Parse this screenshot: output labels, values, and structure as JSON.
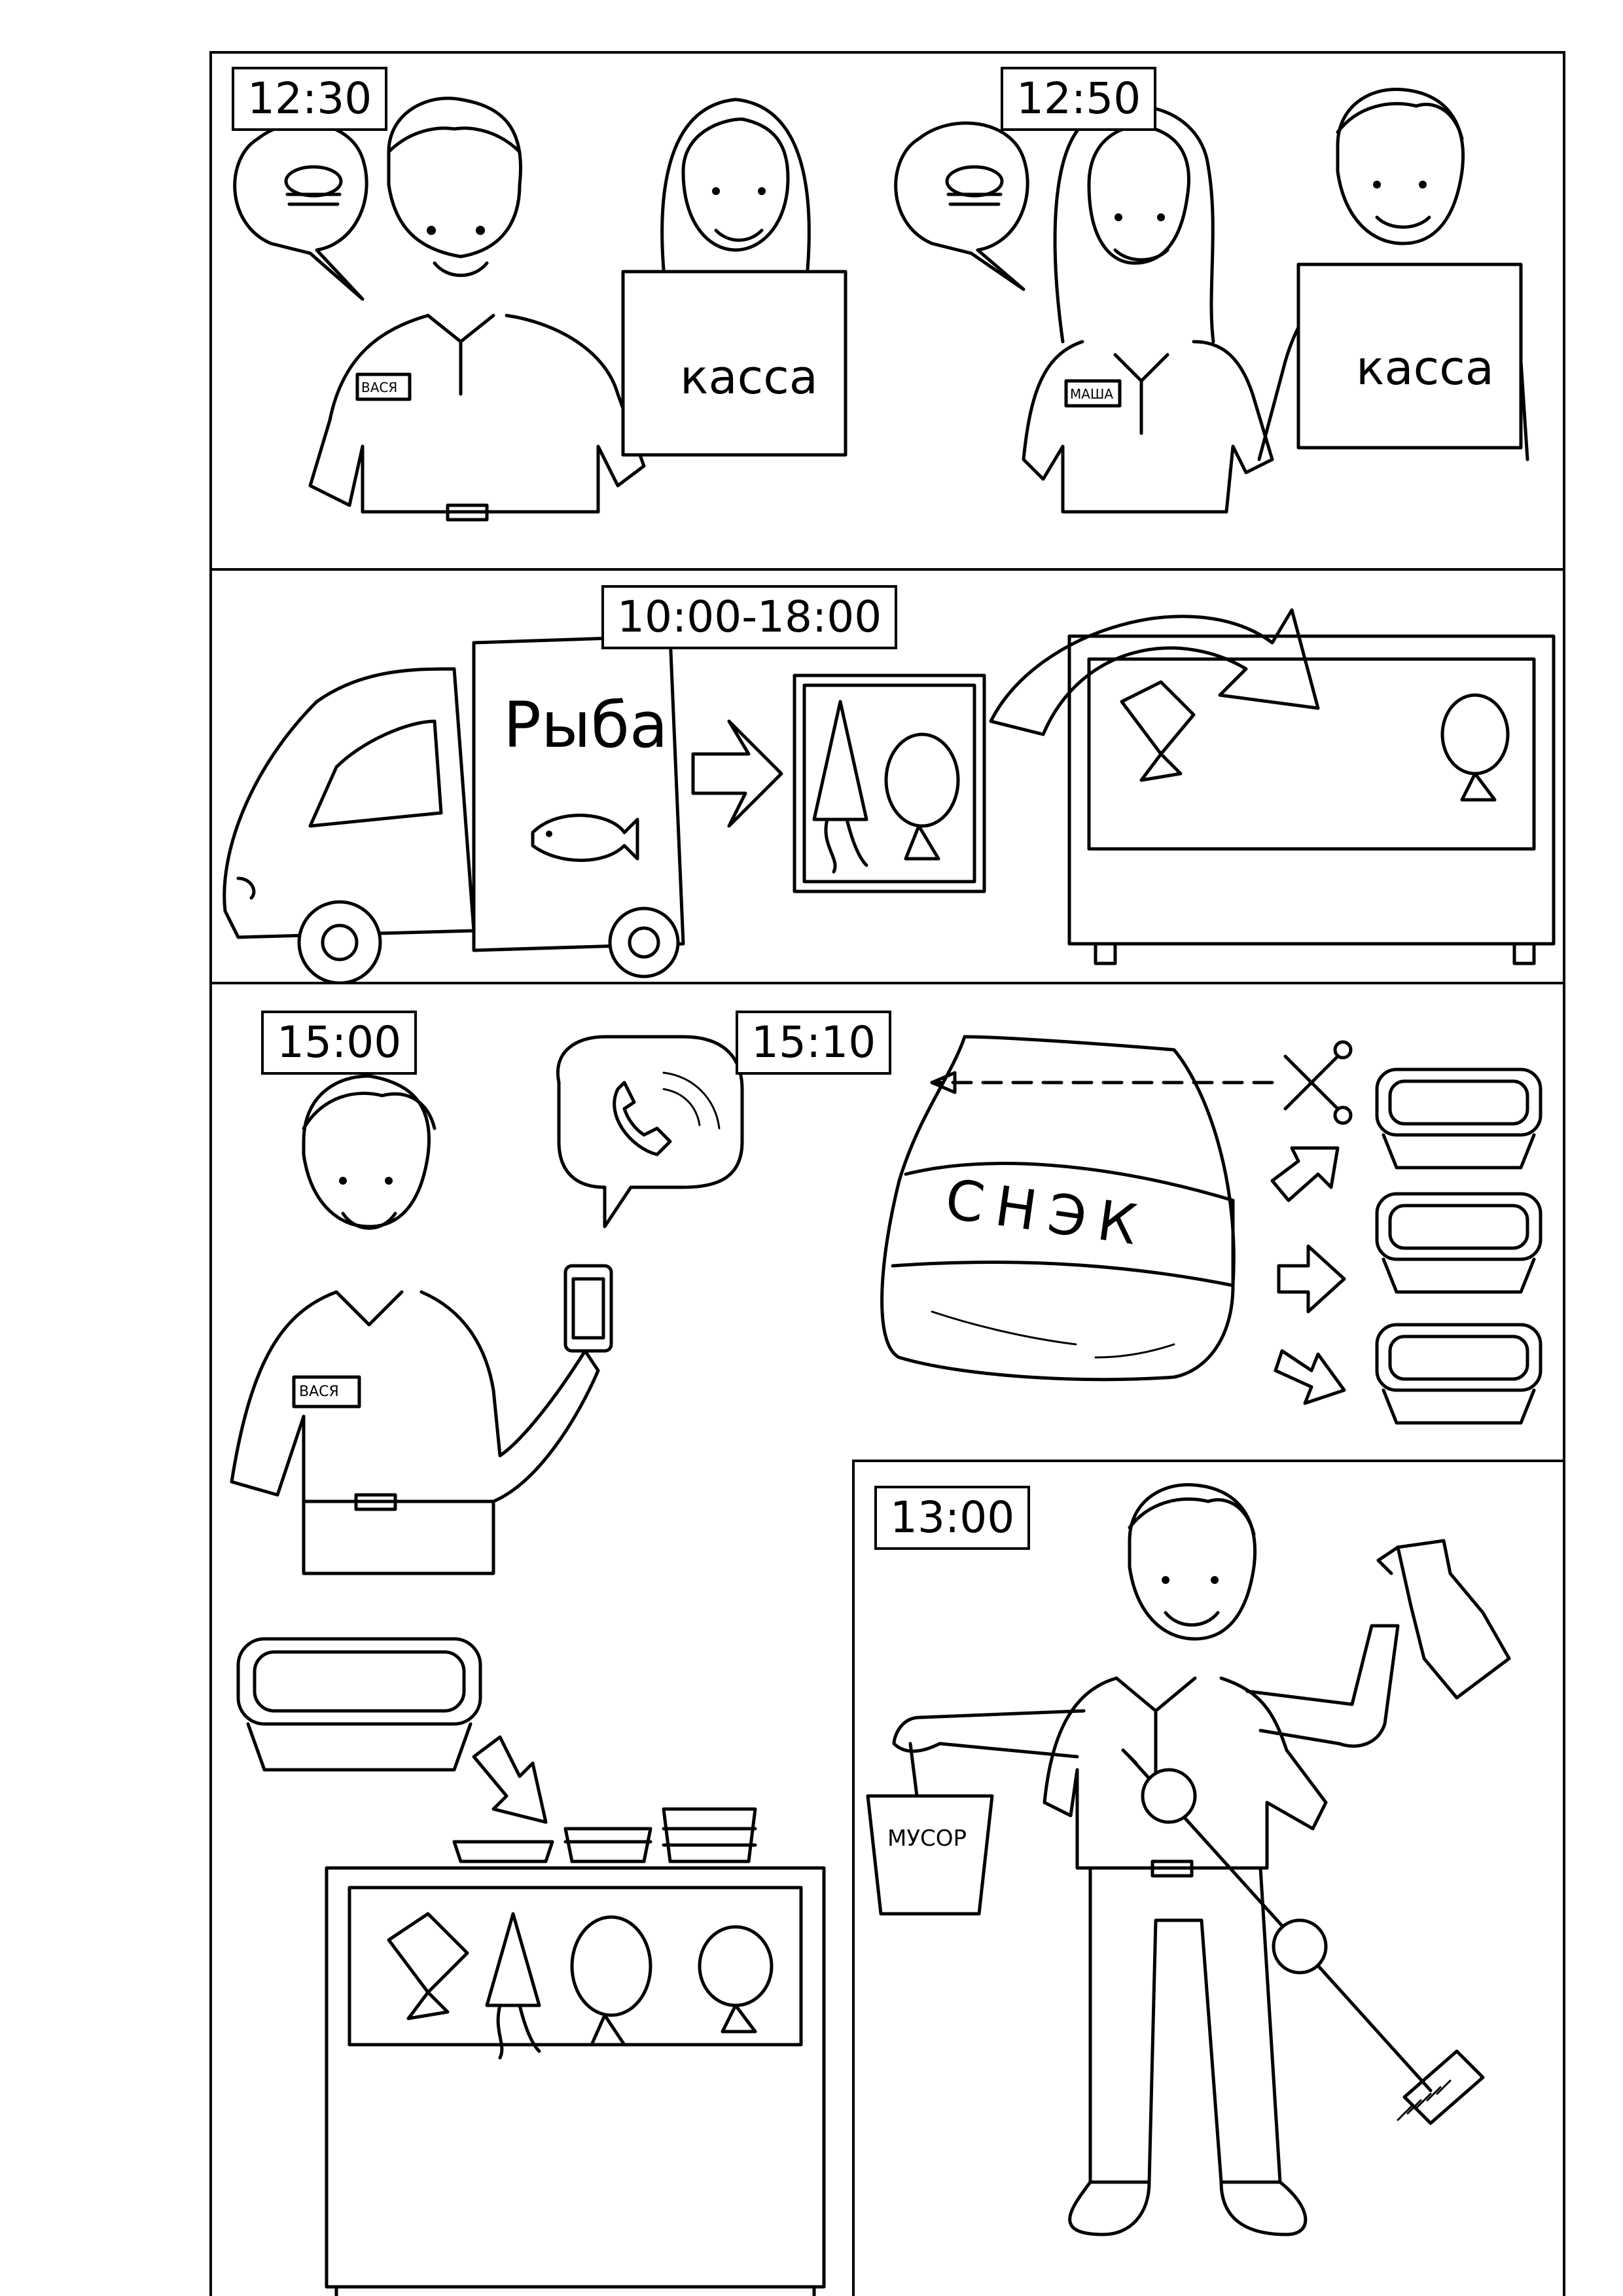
{
  "panel1": {
    "time_left": "12:30",
    "time_right": "12:50",
    "badge_vasya": "ВАСЯ",
    "badge_masha": "МАША",
    "register_left": "касса",
    "register_right": "касса"
  },
  "panel2": {
    "time": "10:00-18:00",
    "truck_label": "Рыба"
  },
  "panel3": {
    "time_call": "15:00",
    "time_snack": "15:10",
    "badge_vasya": "ВАСЯ",
    "snack_label": "СНЭК"
  },
  "panel4": {
    "time": "13:00",
    "bucket_label": "МУСОР"
  }
}
